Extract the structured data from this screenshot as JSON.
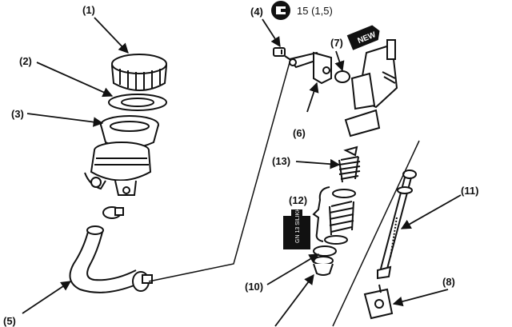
{
  "callouts": {
    "c1": "(1)",
    "c2": "(2)",
    "c3": "(3)",
    "c4": "(4)",
    "c5": "(5)",
    "c6": "(6)",
    "c7": "(7)",
    "c8": "(8)",
    "c10": "(10)",
    "c11": "(11)",
    "c12": "(12)",
    "c13": "(13)"
  },
  "torque_spec": "15 (1,5)",
  "new_badge": "NEW",
  "grease_label": "GN 13 SILIKHE",
  "icons": {
    "torque": "torque-wrench-icon",
    "new": "new-part-badge-icon"
  }
}
